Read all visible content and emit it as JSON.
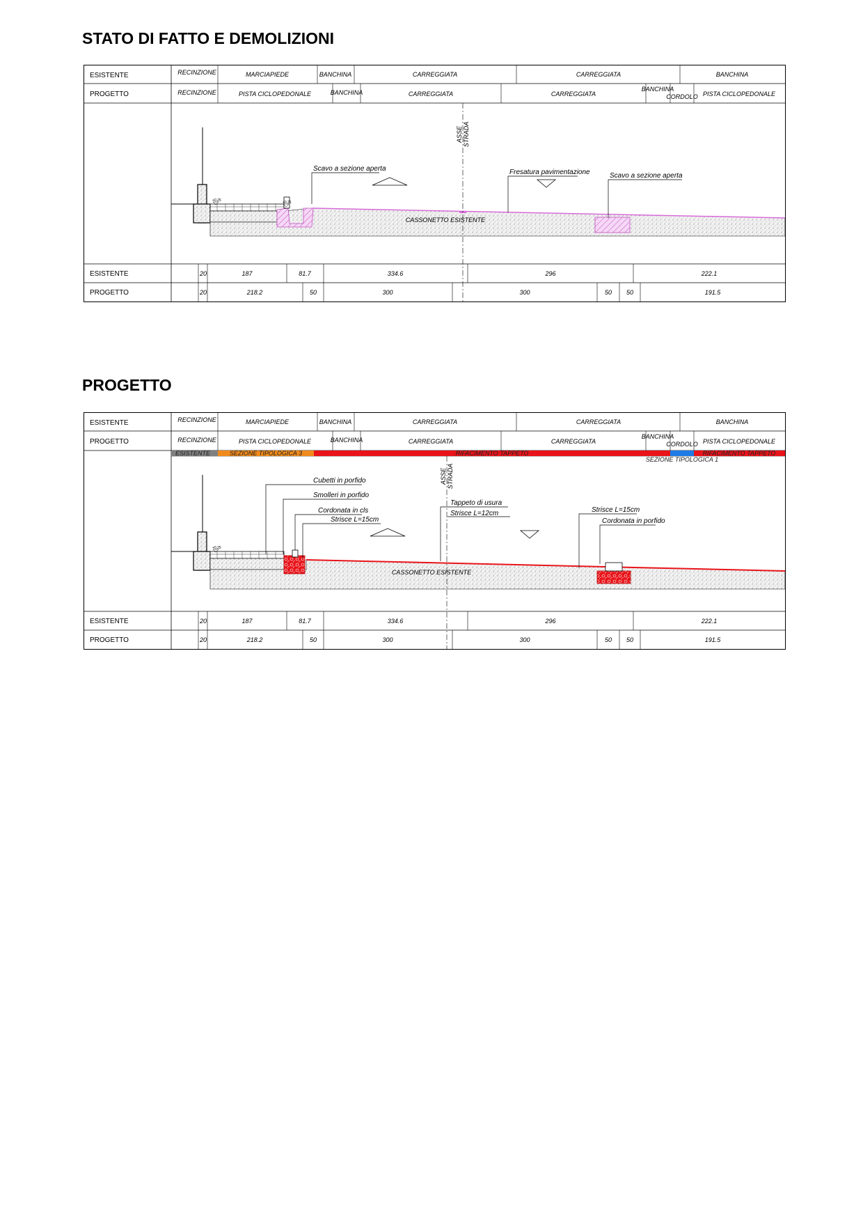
{
  "sections": [
    {
      "title": "STATO DI FATTO E DEMOLIZIONI",
      "header_rows": {
        "esistente": {
          "label": "ESISTENTE",
          "cells": [
            "RECINZIONE",
            "MARCIAPIEDE",
            "BANCHINA",
            "CARREGGIATA",
            "CARREGGIATA",
            "BANCHINA"
          ]
        },
        "progetto": {
          "label": "PROGETTO",
          "cells": [
            "RECINZIONE",
            "PISTA CICLOPEDONALE",
            "BANCHINA",
            "CARREGGIATA",
            "CARREGGIATA",
            "BANCHINA",
            "CORDOLO",
            "PISTA CICLOPEDONALE"
          ]
        }
      },
      "axis_label": [
        "ASSE",
        "STRADA"
      ],
      "annotations": [
        "Scavo a sezione aperta",
        "Fresatura pavimentazione",
        "Scavo a sezione aperta"
      ],
      "levels": [
        "+0.25",
        "+0.21"
      ],
      "base_label": "CASSONETTO ESISTENTE",
      "dimension_rows": {
        "esistente": {
          "label": "ESISTENTE",
          "values": [
            "20",
            "187",
            "81.7",
            "334.6",
            "296",
            "222.1"
          ]
        },
        "progetto": {
          "label": "PROGETTO",
          "values": [
            "20",
            "218.2",
            "50",
            "300",
            "300",
            "50",
            "50",
            "191.5"
          ]
        }
      }
    },
    {
      "title": "PROGETTO",
      "header_rows": {
        "esistente": {
          "label": "ESISTENTE",
          "cells": [
            "RECINZIONE",
            "MARCIAPIEDE",
            "BANCHINA",
            "CARREGGIATA",
            "CARREGGIATA",
            "BANCHINA"
          ]
        },
        "progetto": {
          "label": "PROGETTO",
          "cells": [
            "RECINZIONE",
            "PISTA CICLOPEDONALE",
            "BANCHINA",
            "CARREGGIATA",
            "CARREGGIATA",
            "BANCHINA",
            "CORDOLO",
            "PISTA CICLOPEDONALE"
          ]
        }
      },
      "legend_bar": {
        "labels": [
          "ESISTENTE",
          "SEZIONE TIPOLOGICA 3",
          "RIFACIMENTO TAPPETO",
          "SEZIONE TIPOLOGICA 1",
          "RIFACIMENTO TAPPETO"
        ],
        "colors": [
          "#808080",
          "#f08a1c",
          "#e8141a",
          "#1e7be6",
          "#e8141a"
        ]
      },
      "axis_label": [
        "ASSE",
        "STRADA"
      ],
      "annotations": [
        "Cubetti in porfido",
        "Smolleri in porfido",
        "Cordonata in cls",
        "Strisce L=15cm",
        "Tappeto di usura",
        "Strisce L=12cm",
        "Strisce L=15cm",
        "Cordonata in porfido"
      ],
      "levels": [
        "+0.25"
      ],
      "base_label": "CASSONETTO ESISTENTE",
      "dimension_rows": {
        "esistente": {
          "label": "ESISTENTE",
          "values": [
            "20",
            "187",
            "81.7",
            "334.6",
            "296",
            "222.1"
          ]
        },
        "progetto": {
          "label": "PROGETTO",
          "values": [
            "20",
            "218.2",
            "50",
            "300",
            "300",
            "50",
            "50",
            "191.5"
          ]
        }
      }
    }
  ],
  "colors": {
    "demolition": "#d86bd8",
    "new_works": "#e8141a",
    "fill_gravel": "#c8c8c8"
  }
}
